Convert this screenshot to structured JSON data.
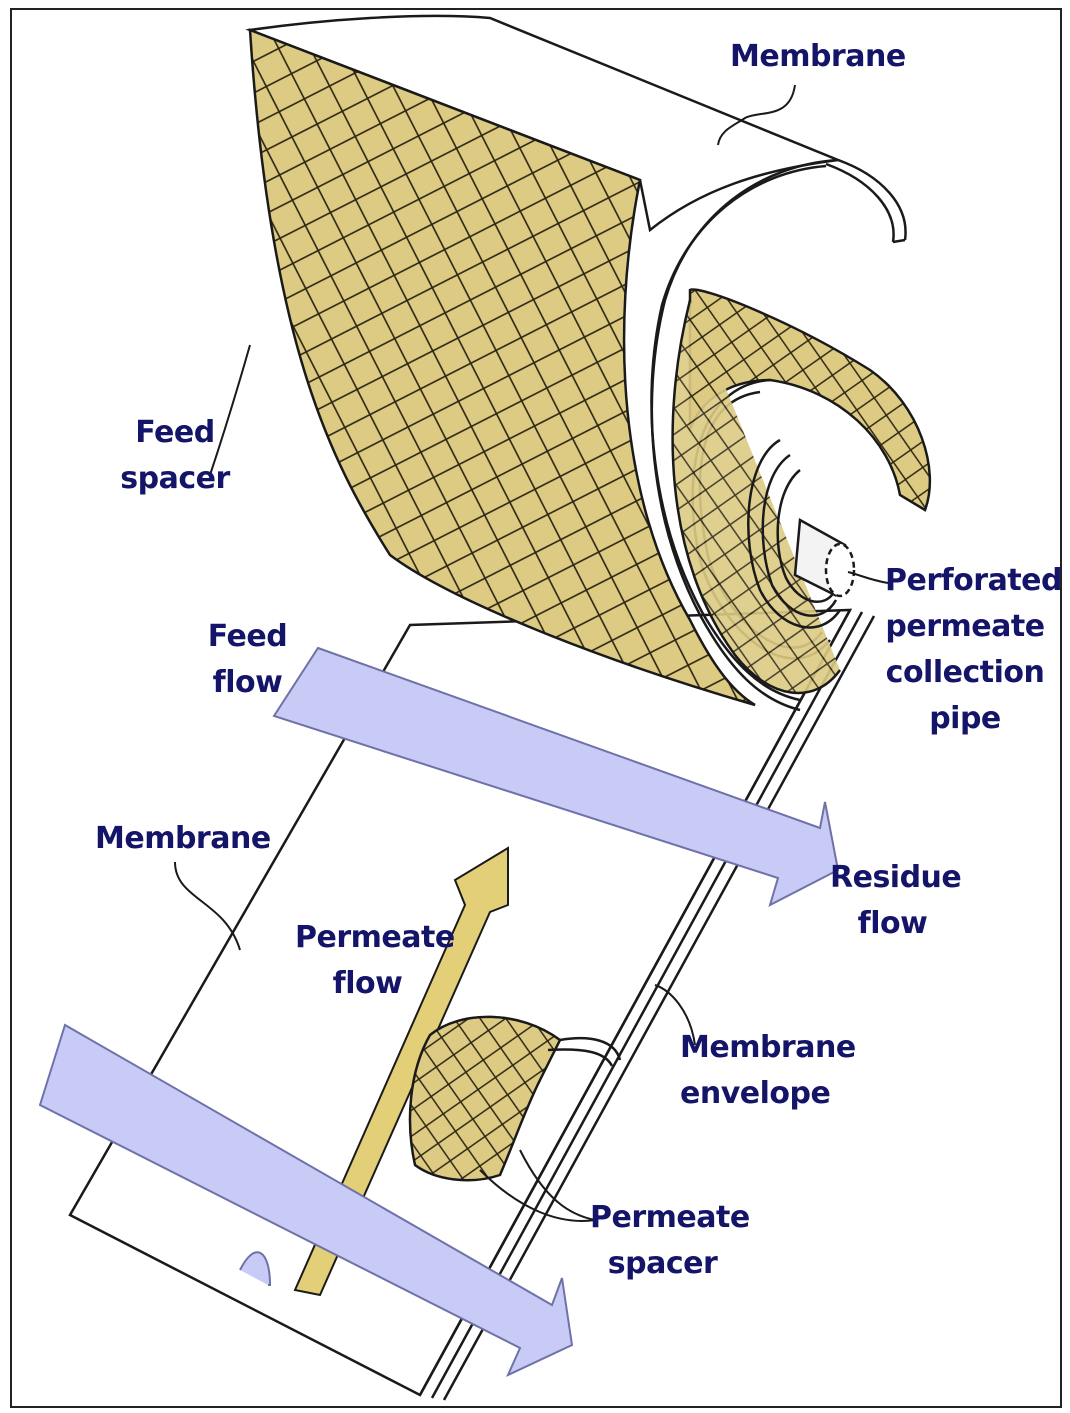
{
  "colors": {
    "spacer_fill": "#ddcb84",
    "mesh_line": "#2b2410",
    "flow_arrow": "#c8cbf5",
    "flow_arrow_stroke": "#6f72a8",
    "permeate_arrow": "#e2cf78",
    "outline": "#1a1a1a",
    "label_text": "#141468"
  },
  "labels": {
    "membrane_top": "Membrane",
    "feed_spacer": "Feed\nspacer",
    "perforated_pipe": "Perforated\npermeate\ncollection\npipe",
    "feed_flow": "Feed\nflow",
    "membrane_left": "Membrane",
    "residue_flow": "Residue\nflow",
    "permeate_flow": "Permeate\nflow",
    "membrane_envelope": "Membrane\nenvelope",
    "permeate_spacer": "Permeate\nspacer"
  }
}
